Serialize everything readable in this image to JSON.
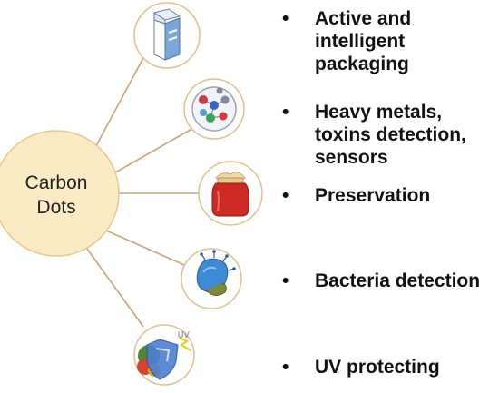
{
  "center": {
    "line1": "Carbon",
    "line2": "Dots"
  },
  "branches": [
    {
      "icon": "milk-carton-icon",
      "text_lines": [
        "Active and",
        "intelligent",
        "packaging"
      ]
    },
    {
      "icon": "molecule-dish-icon",
      "text_lines": [
        "Heavy metals,",
        "toxins detection,",
        "sensors"
      ]
    },
    {
      "icon": "preserve-jar-icon",
      "text_lines": [
        "Preservation"
      ]
    },
    {
      "icon": "bacteria-icon",
      "text_lines": [
        "Bacteria detection"
      ]
    },
    {
      "icon": "uv-shield-fruit-icon",
      "text_lines": [
        "UV protecting"
      ]
    }
  ],
  "uv_mark": "UV",
  "bullet_char": "•",
  "colors": {
    "node_fill": "#fbebc4",
    "node_stroke": "#e6c88c",
    "connector": "#c9a27a",
    "icon_ring": "#e0c090"
  }
}
